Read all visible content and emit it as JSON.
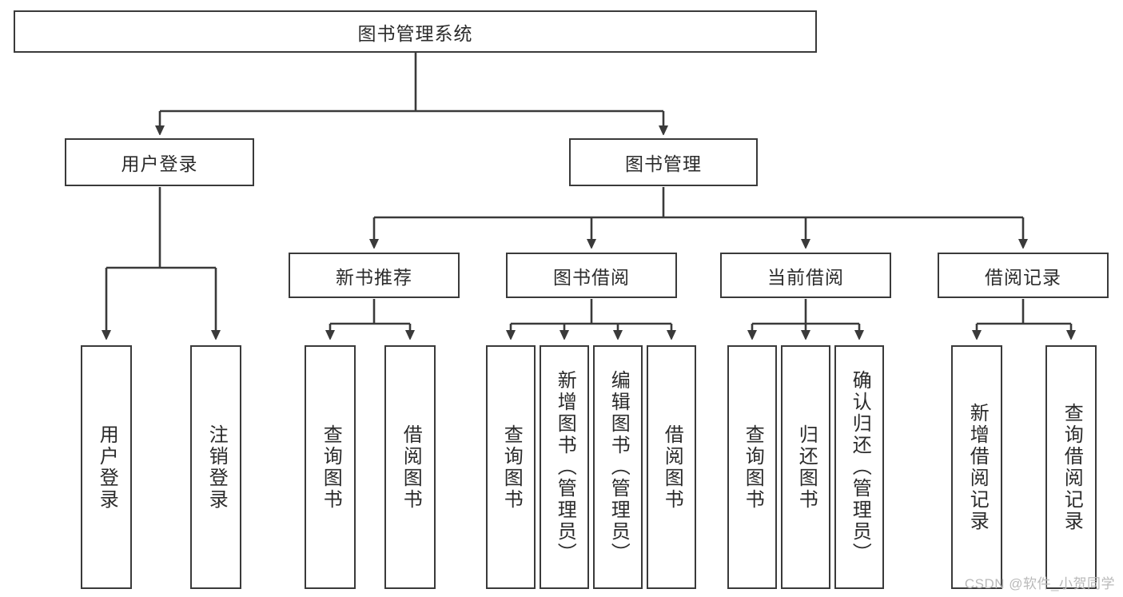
{
  "diagram": {
    "type": "tree-hierarchy",
    "title_node": {
      "label": "图书管理系统"
    },
    "level2": [
      {
        "id": "user-login",
        "label": "用户登录"
      },
      {
        "id": "book-manage",
        "label": "图书管理"
      }
    ],
    "level3": [
      {
        "id": "new-book-recommend",
        "label": "新书推荐"
      },
      {
        "id": "book-borrow",
        "label": "图书借阅"
      },
      {
        "id": "current-borrow",
        "label": "当前借阅"
      },
      {
        "id": "borrow-record",
        "label": "借阅记录"
      }
    ],
    "leaves": {
      "user_login": [
        {
          "id": "leaf-user-login",
          "label": "用户登录"
        },
        {
          "id": "leaf-logout-login",
          "label": "注销登录"
        }
      ],
      "new_book_recommend": [
        {
          "id": "leaf-query-book-1",
          "label": "查询图书"
        },
        {
          "id": "leaf-borrow-book-1",
          "label": "借阅图书"
        }
      ],
      "book_borrow": [
        {
          "id": "leaf-query-book-2",
          "label": "查询图书"
        },
        {
          "id": "leaf-add-book",
          "label": "新增图书（管理员）"
        },
        {
          "id": "leaf-edit-book",
          "label": "编辑图书（管理员）"
        },
        {
          "id": "leaf-borrow-book-2",
          "label": "借阅图书"
        }
      ],
      "current_borrow": [
        {
          "id": "leaf-query-book-3",
          "label": "查询图书"
        },
        {
          "id": "leaf-return-book",
          "label": "归还图书"
        },
        {
          "id": "leaf-confirm-return",
          "label": "确认归还（管理员）"
        }
      ],
      "borrow_record": [
        {
          "id": "leaf-add-record",
          "label": "新增借阅记录"
        },
        {
          "id": "leaf-query-record",
          "label": "查询借阅记录"
        }
      ]
    }
  },
  "watermark": {
    "text": "CSDN @软件_小贺同学"
  },
  "colors": {
    "border": "#3a3a3a",
    "text": "#2b2b2b",
    "background": "#ffffff",
    "watermark": "#b9b9b9"
  }
}
